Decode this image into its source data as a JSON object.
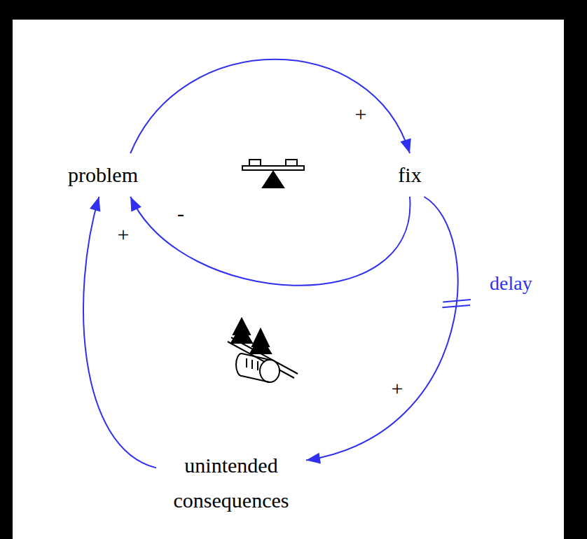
{
  "diagram": {
    "nodes": [
      {
        "text": [
          "problem"
        ]
      },
      {
        "text": [
          "fix"
        ]
      },
      {
        "text": [
          "unintended consequences"
        ]
      }
    ],
    "edges": [
      {
        "from": 0,
        "to": 1,
        "arrow": "to",
        "label": "+"
      },
      {
        "from": 1,
        "to": 0,
        "arrow": "to",
        "label": "-"
      },
      {
        "from": 1,
        "to": 2,
        "arrow": "to",
        "label": "+"
      },
      {
        "from": 2,
        "to": 0,
        "arrow": "to",
        "label": "+"
      }
    ],
    "labels": [
      "delay"
    ]
  }
}
